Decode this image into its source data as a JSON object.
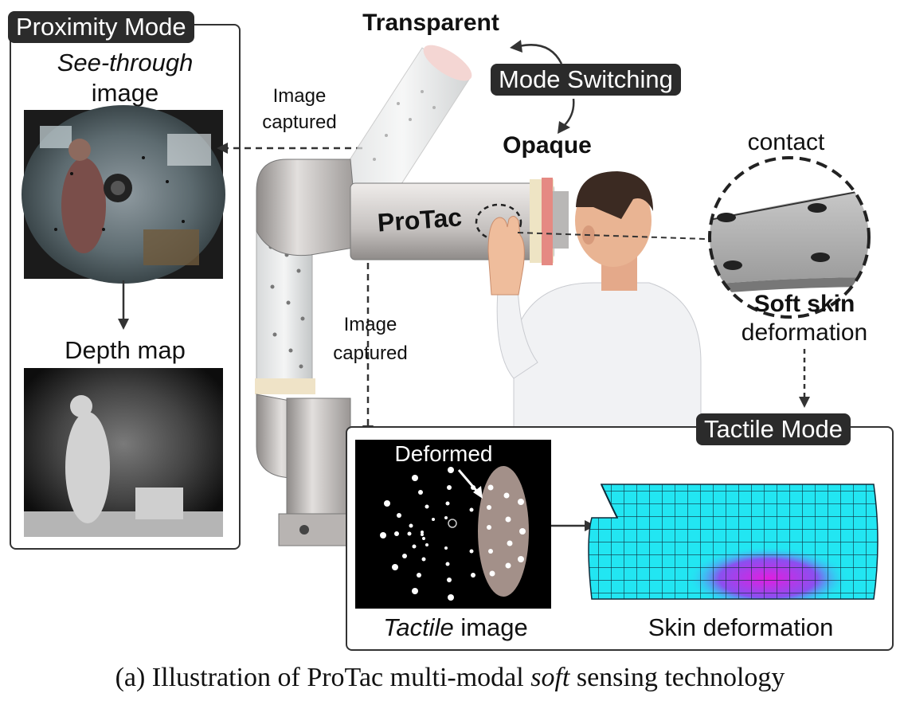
{
  "proximity": {
    "title": "Proximity Mode",
    "see_through_em": "See-through",
    "see_through_rest": "image",
    "depth_label": "Depth map"
  },
  "arrows": {
    "image_captured_1a": "Image",
    "image_captured_1b": "captured",
    "image_captured_2a": "Image",
    "image_captured_2b": "captured"
  },
  "robot": {
    "transparent": "Transparent",
    "mode_switching": "Mode Switching",
    "opaque": "Opaque",
    "brand": "ProTac"
  },
  "contact_view": {
    "contact": "contact",
    "soft_skin": "Soft skin",
    "deformation": "deformation"
  },
  "tactile": {
    "title": "Tactile Mode",
    "deformed": "Deformed",
    "tactile_em": "Tactile",
    "tactile_rest": "image",
    "skin_label": "Skin deformation"
  },
  "caption": {
    "pre": "(a) Illustration of ProTac multi-modal ",
    "em": "soft",
    "post": " sensing technology"
  },
  "colors": {
    "tag_bg": "#2b2b2b",
    "mesh_cyan": "#22e6f2",
    "mesh_magenta": "#e01ee0",
    "robot_gray": "#c9c6c4"
  }
}
